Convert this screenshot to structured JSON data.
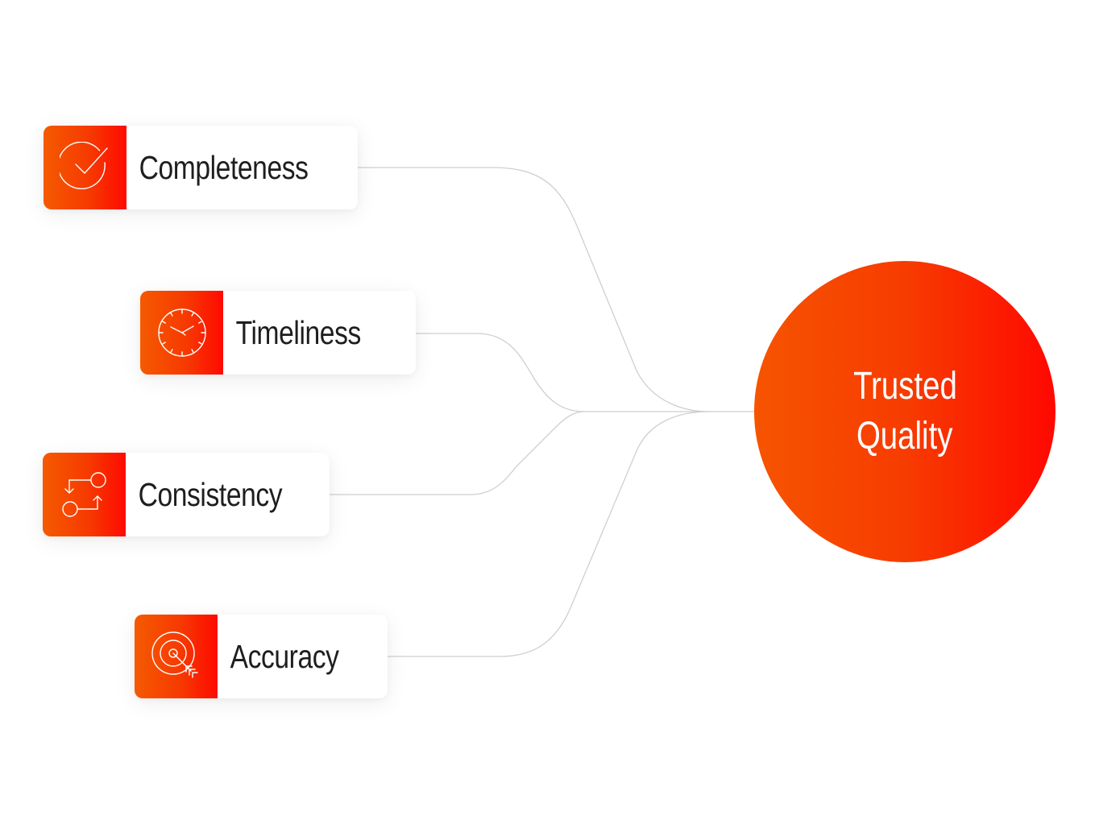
{
  "diagram": {
    "type": "convergence-flow",
    "sources": [
      {
        "id": "completeness",
        "label": "Completeness",
        "icon": "check-circle-icon"
      },
      {
        "id": "timeliness",
        "label": "Timeliness",
        "icon": "clock-icon"
      },
      {
        "id": "consistency",
        "label": "Consistency",
        "icon": "sync-loop-icon"
      },
      {
        "id": "accuracy",
        "label": "Accuracy",
        "icon": "target-arrow-icon"
      }
    ],
    "target": {
      "line1": "Trusted",
      "line2": "Quality"
    }
  },
  "colors": {
    "gradient_start": "#f65400",
    "gradient_end": "#ff0800",
    "connector": "#cfcfcf",
    "label_text": "#1e1e1e",
    "background": "#ffffff"
  }
}
